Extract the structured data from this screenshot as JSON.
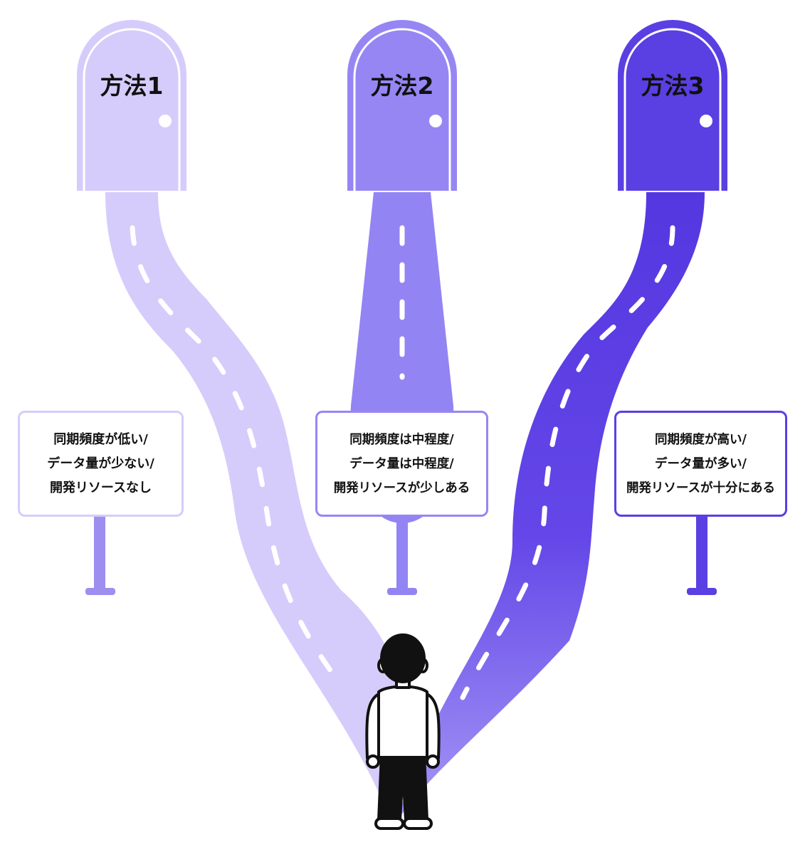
{
  "colors": {
    "path1": "#d6ccfb",
    "path2": "#9384f4",
    "path3": "#5a3fe3",
    "post1": "#9e8ef0",
    "post2": "#9384f4",
    "post3": "#5a3fe3",
    "door1": "#d6ccfb",
    "door2": "#9686f4",
    "door3": "#5a3fe3",
    "lane_dash": "#ffffff",
    "person_outline": "#111111"
  },
  "methods": [
    {
      "label": "方法1",
      "sign_lines": [
        "同期頻度が低い/",
        "データ量が少ない/",
        "開発リソースなし"
      ]
    },
    {
      "label": "方法2",
      "sign_lines": [
        "同期頻度は中程度/",
        "データ量は中程度/",
        "開発リソースが少しある"
      ]
    },
    {
      "label": "方法3",
      "sign_lines": [
        "同期頻度が高い/",
        "データ量が多い/",
        "開発リソースが十分にある"
      ]
    }
  ],
  "icons": {
    "door": "door-icon",
    "person": "person-icon",
    "signpost": "signpost-icon"
  }
}
